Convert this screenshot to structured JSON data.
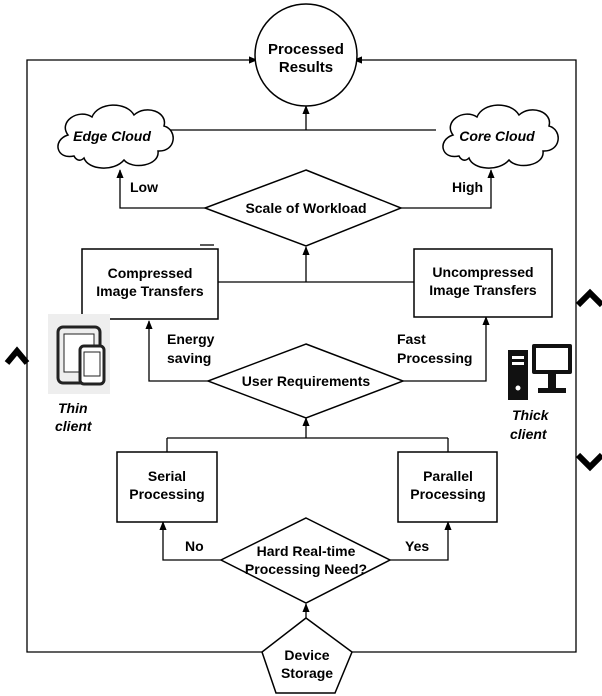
{
  "nodes": {
    "processed_results": [
      "Processed",
      "Results"
    ],
    "edge_cloud": "Edge Cloud",
    "core_cloud": "Core Cloud",
    "scale_of_workload": "Scale of Workload",
    "compressed_transfers": [
      "Compressed",
      "Image Transfers"
    ],
    "uncompressed_transfers": [
      "Uncompressed",
      "Image Transfers"
    ],
    "user_requirements": "User Requirements",
    "serial_processing": [
      "Serial",
      "Processing"
    ],
    "parallel_processing": [
      "Parallel",
      "Processing"
    ],
    "hard_realtime": [
      "Hard Real-time",
      "Processing Need?"
    ],
    "device_storage": [
      "Device",
      "Storage"
    ]
  },
  "edge_labels": {
    "low": "Low",
    "high": "High",
    "energy_saving": [
      "Energy",
      "saving"
    ],
    "fast_processing": [
      "Fast",
      "Processing"
    ],
    "no": "No",
    "yes": "Yes"
  },
  "clients": {
    "thin": [
      "Thin",
      "client"
    ],
    "thick": [
      "Thick",
      "client"
    ]
  },
  "icons": {
    "thin_client": "tablet-phone-icon",
    "thick_client": "desktop-computer-icon",
    "up_arrow": "chevron-up-icon",
    "down_arrow": "chevron-down-icon"
  }
}
